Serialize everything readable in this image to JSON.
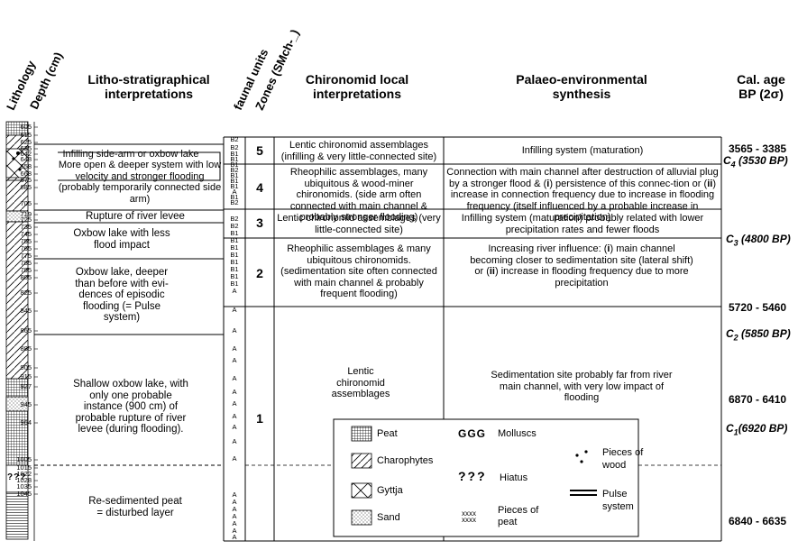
{
  "headers": {
    "lithology": "Lithology",
    "depth": "Depth (cm)",
    "litho": "Litho-stratigraphical interpretations",
    "faunal": "faunal units",
    "zones": "Zones (SMch-_)",
    "chiro": "Chironomid local interpretations",
    "palaeo": "Palaeo-environmental synthesis",
    "cal": "Cal. age BP (2σ)"
  },
  "depths": [
    "605",
    "615",
    "625",
    "635",
    "642",
    "648",
    "658",
    "668",
    "675",
    "685",
    "705",
    "719",
    "725",
    "735",
    "745",
    "755",
    "765",
    "775",
    "785",
    "795",
    "805",
    "825",
    "845",
    "865",
    "885",
    "905",
    "915",
    "927",
    "945",
    "964",
    "1005",
    "1015",
    "1022",
    "1028",
    "1035",
    "1045"
  ],
  "faunal_units": [
    "B2",
    "B2",
    "B1",
    "B1",
    "B1",
    "B2",
    "B1",
    "B1",
    "B1",
    "A",
    "B1",
    "B2",
    "B2",
    "B2",
    "B1",
    "B1",
    "B1",
    "B1",
    "B1",
    "B1",
    "B1",
    "B1",
    "A",
    "A",
    "A",
    "A",
    "A",
    "A",
    "A",
    "A",
    "A",
    "A",
    "A",
    "A",
    "A",
    "A",
    "A",
    "A",
    "A",
    "A",
    "A"
  ],
  "zones": [
    "5",
    "4",
    "3",
    "2",
    "1"
  ],
  "litho": [
    "Infilling side-arm or oxbow lake",
    "More open & deeper system with low velocity and stronger flooding (probably temporarily connected side arm)",
    "Rupture of river levee",
    "Oxbow lake with less flood impact",
    "Oxbow lake, deeper than before with evi-dences of episodic flooding (= Pulse system)",
    "Shallow oxbow lake, with only one probable instance (900 cm) of probable rupture of river levee (during flooding).",
    "Re-sedimented peat = disturbed layer"
  ],
  "chiro": [
    "Lentic chironomid assemblages (infilling & very little-connected site)",
    "Rheophilic assemblages, many ubiquitous & wood-miner chironomids. (side arm often connected with main channel & probably stronger flooding)",
    "Lentic chironomid assemblages (very little-connected site)",
    "Rheophilic assemblages & many ubiquitous chironomids. (sedimentation site often connected with main channel & probably frequent flooding)",
    "Lentic chironomid assemblages"
  ],
  "palaeo": [
    "Infilling system (maturation)",
    "Connection with main channel after destruction of alluvial plug by a stronger flood & (i) persistence of this connec-tion or (ii) increase in connection frequency due to increase in flooding frequency (itself influenced by a probable increase in precipitation)",
    "Infilling system (maturation) probably related with lower precipitation rates and fewer floods",
    "Increasing river influence: (i) main channel becoming closer to sedimentation site (lateral shift) or (ii) increase in flooding frequency due to more precipitation",
    "Sedimentation site probably far from river main channel, with very low impact of flooding"
  ],
  "ages": {
    "a1": "3565 - 3385",
    "c4": "C4 (3530 BP)",
    "c3": "C3 (4800 BP)",
    "a2": "5720 - 5460",
    "c2": "C2 (5850 BP)",
    "a3": "6870 - 6410",
    "c1": "C1(6920 BP)",
    "a4": "6840 - 6635"
  },
  "hiatus_marks": "???",
  "legend": {
    "peat": "Peat",
    "charophytes": "Charophytes",
    "gyttja": "Gyttja",
    "sand": "Sand",
    "molluscs_sym": "GGG",
    "molluscs": "Molluscs",
    "hiatus_sym": "???",
    "hiatus": "Hiatus",
    "pieces_peat_sym": "xxxx xxxx",
    "pieces_peat": "Pieces of peat",
    "wood": "Pieces of wood",
    "pulse": "Pulse system"
  }
}
